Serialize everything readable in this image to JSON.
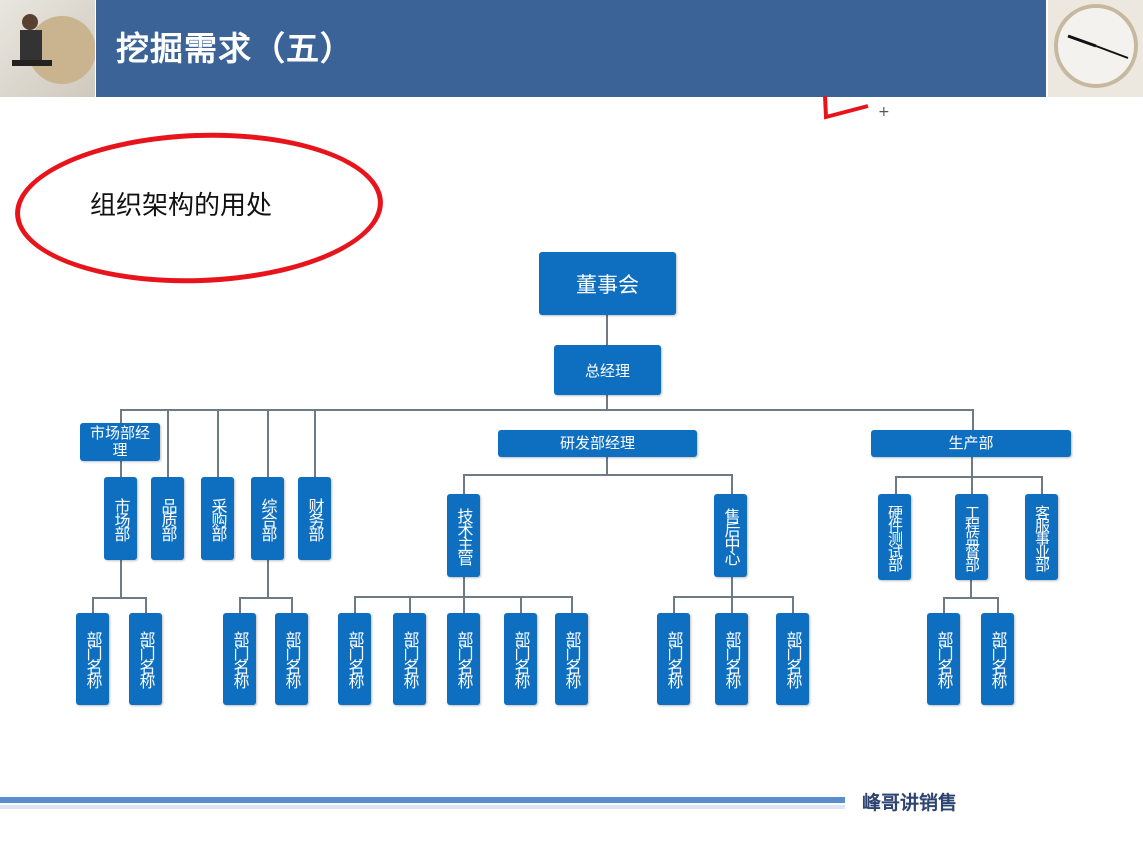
{
  "slide": {
    "title": "挖掘需求（五）",
    "annotation": "组织架构的用处",
    "brand": "峰哥讲销售"
  },
  "org": {
    "board": "董事会",
    "gm": "总经理",
    "market_mgr": "市场部经理",
    "rd_mgr": "研发部经理",
    "production": "生产部",
    "left_depts": [
      "市场部",
      "品质部",
      "采购部",
      "综合部",
      "财务部"
    ],
    "rd_depts": [
      "技术主管",
      "售后中心"
    ],
    "prod_depts": [
      "硬件测试部",
      "工程监督部",
      "客服事业部"
    ],
    "leaf": "部门名称"
  },
  "colors": {
    "header": "#3b6397",
    "box": "#0e6fc0",
    "annotation": "#e8141c"
  }
}
